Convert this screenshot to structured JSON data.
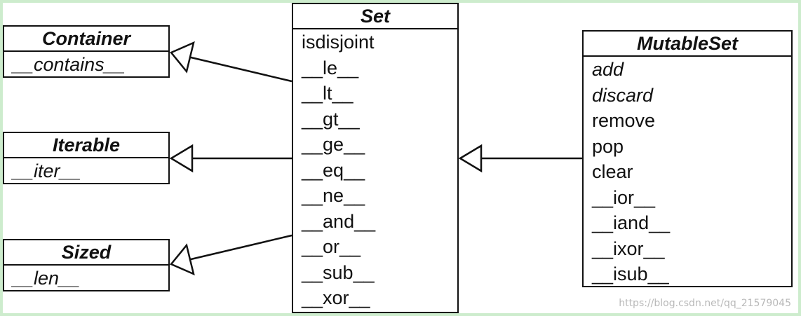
{
  "classes": {
    "container": {
      "title": "Container",
      "members": [
        "__contains__"
      ]
    },
    "iterable": {
      "title": "Iterable",
      "members": [
        "__iter__"
      ]
    },
    "sized": {
      "title": "Sized",
      "members": [
        "__len__"
      ]
    },
    "set": {
      "title": "Set",
      "members": [
        "isdisjoint",
        "__le__",
        "__lt__",
        "__gt__",
        "__ge__",
        "__eq__",
        "__ne__",
        "__and__",
        "__or__",
        "__sub__",
        "__xor__"
      ]
    },
    "mutableset": {
      "title": "MutableSet",
      "abstract_members": [
        "add",
        "discard"
      ],
      "members": [
        "remove",
        "pop",
        "clear",
        "__ior__",
        "__iand__",
        "__ixor__",
        "__isub__"
      ]
    }
  },
  "watermark": "https://blog.csdn.net/qq_21579045"
}
